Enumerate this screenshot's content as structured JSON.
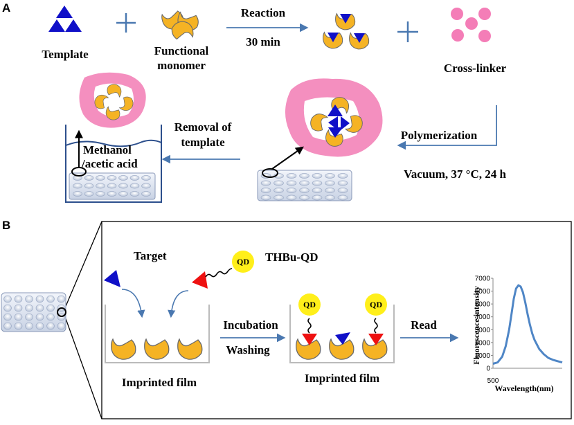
{
  "panel_a": {
    "letter": "A",
    "template": "Template",
    "functional_monomer_1": "Functional",
    "functional_monomer_2": "monomer",
    "reaction": "Reaction",
    "reaction_time": "30 min",
    "cross_linker": "Cross-linker",
    "polymerization": "Polymerization",
    "conditions": "Vacuum, 37 °C, 24 h",
    "removal_1": "Removal of",
    "removal_2": "template",
    "solvent_1": "Methanol",
    "solvent_2": "/acetic acid"
  },
  "panel_b": {
    "letter": "B",
    "target": "Target",
    "probe": "THBu-QD",
    "qd": "QD",
    "incubation": "Incubation",
    "washing": "Washing",
    "read": "Read",
    "imprinted_film_1": "Imprinted film",
    "imprinted_film_2": "Imprinted film"
  },
  "chart_data": {
    "type": "line",
    "ylabel": "Fluorescence intensity",
    "xlabel": "Wavelength(nm)",
    "x_tick_labels": [
      "500"
    ],
    "y_tick_labels": [
      "0",
      "1000",
      "2000",
      "3000",
      "4000",
      "5000",
      "6000",
      "7000"
    ],
    "xlim": [
      500,
      800
    ],
    "ylim": [
      0,
      7000
    ],
    "grid": false,
    "series": [
      {
        "color": "#4f86c6",
        "x": [
          500,
          520,
          540,
          555,
          570,
          580,
          590,
          600,
          610,
          620,
          630,
          640,
          650,
          660,
          670,
          680,
          700,
          720,
          740,
          760,
          780,
          800
        ],
        "y": [
          350,
          450,
          900,
          1700,
          3000,
          4200,
          5400,
          6200,
          6450,
          6350,
          5900,
          5100,
          4200,
          3400,
          2700,
          2200,
          1500,
          1100,
          800,
          650,
          550,
          450
        ]
      }
    ]
  },
  "colors": {
    "template": "#1010c8",
    "monomer": "#f5b324",
    "crosslinker": "#f47db7",
    "polymer": "#f48fbf",
    "qd": "#ffef1a",
    "probe_triangle": "#ee1111",
    "arrow": "#4a78b0",
    "curve": "#4f86c6"
  }
}
